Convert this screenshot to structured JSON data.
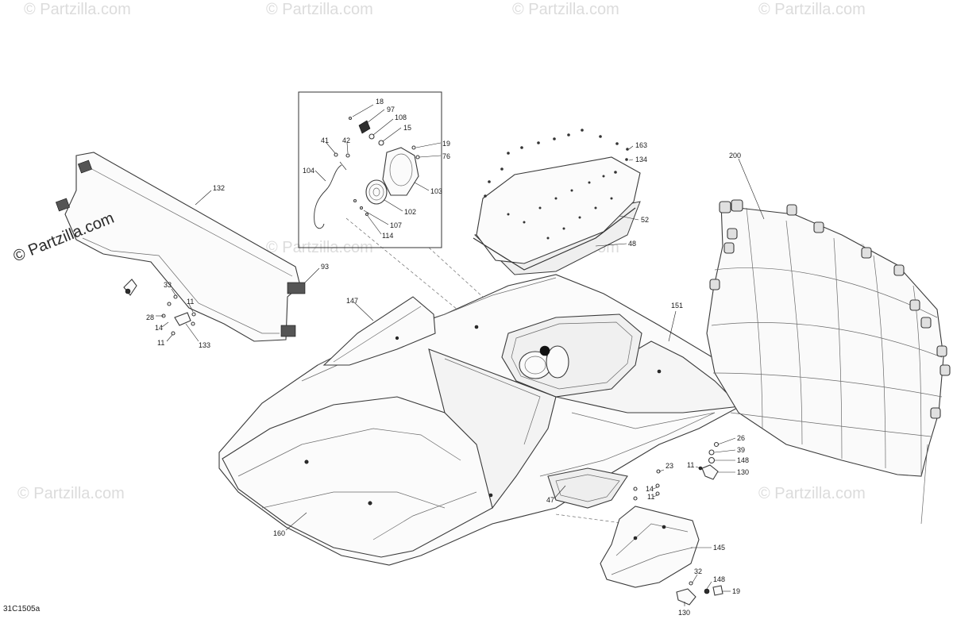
{
  "watermark": {
    "main": "© Partzilla.com",
    "faint": "© Partzilla.com"
  },
  "drawing_code": "31C1505a",
  "labels": {
    "p18": "18",
    "p97": "97",
    "p108": "108",
    "p15": "15",
    "p19a": "19",
    "p76": "76",
    "p41": "41",
    "p42": "42",
    "p104": "104",
    "p103": "103",
    "p102": "102",
    "p107": "107",
    "p114": "114",
    "p163": "163",
    "p134": "134",
    "p52": "52",
    "p48": "48",
    "p132": "132",
    "p93": "93",
    "p33": "33",
    "p11a": "11",
    "p28": "28",
    "p14a": "14",
    "p11b": "11",
    "p133": "133",
    "p147": "147",
    "p151": "151",
    "p200": "200",
    "p26": "26",
    "p39": "39",
    "p148a": "148",
    "p11c": "11",
    "p130a": "130",
    "p23": "23",
    "p14b": "14",
    "p11d": "11",
    "p47": "47",
    "p160": "160",
    "p145": "145",
    "p32": "32",
    "p148b": "148",
    "p19b": "19",
    "p130b": "130"
  }
}
